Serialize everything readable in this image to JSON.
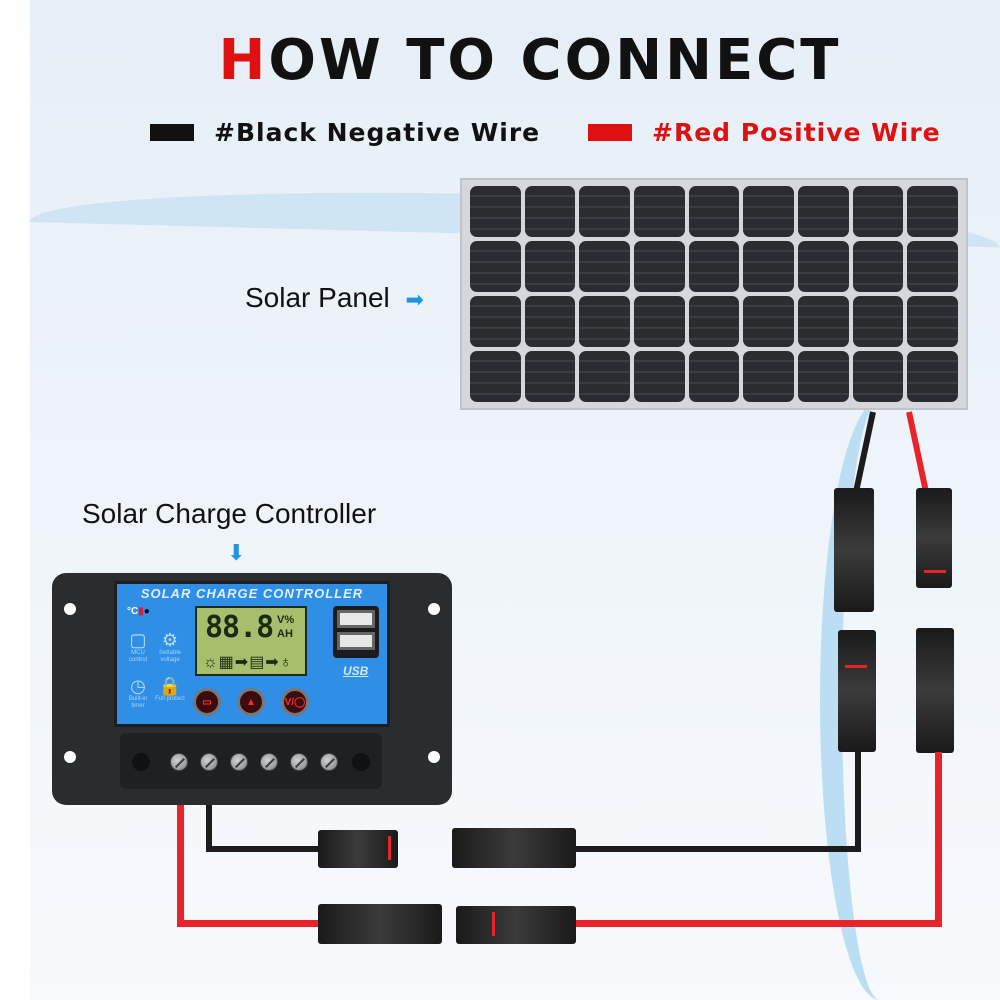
{
  "header": {
    "title_first_letter": "H",
    "title_rest": "OW TO CONNECT"
  },
  "legend": {
    "negative": {
      "label": "#Black Negative Wire",
      "color": "#111111"
    },
    "positive": {
      "label": "#Red Positive Wire",
      "color": "#e01010"
    }
  },
  "labels": {
    "solar_panel": "Solar Panel",
    "solar_panel_arrow": "➡",
    "controller": "Solar Charge Controller",
    "controller_arrow": "⬇"
  },
  "solar_panel": {
    "columns": 9,
    "rows": 4
  },
  "controller": {
    "face_title": "SOLAR CHARGE CONTROLLER",
    "lcd_value": "88.8",
    "lcd_unit_top": "V%",
    "lcd_unit_bottom": "AH",
    "lcd_icons": "☼▦➡▤➡♁",
    "usb_label": "USB",
    "temp_icon": "°C",
    "features": [
      {
        "icon": "▢",
        "label": "MCU control"
      },
      {
        "icon": "⚙",
        "label": "Settable voltage"
      },
      {
        "icon": "◷",
        "label": "Built-in timer"
      },
      {
        "icon": "🔒",
        "label": "Full protect"
      }
    ],
    "buttons": [
      {
        "icon": "▭"
      },
      {
        "icon": "▲"
      },
      {
        "icon": "V/◯"
      }
    ],
    "terminal_count": 6
  },
  "colors": {
    "accent_red": "#e01010",
    "wire_red": "#e8232a",
    "wire_black": "#1c1c1c",
    "controller_face": "#2f8fe6",
    "arrow_blue": "#1f95dc"
  }
}
